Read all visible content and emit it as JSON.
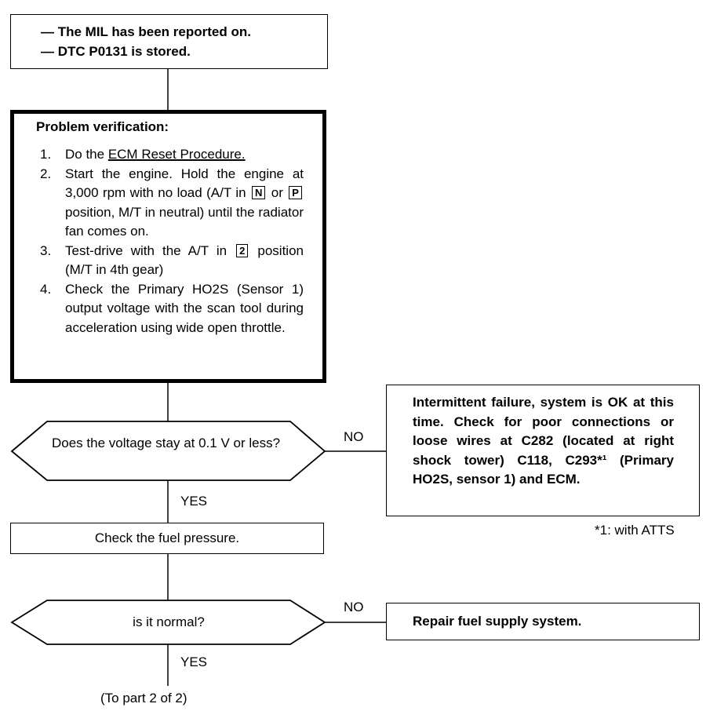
{
  "start_box": {
    "lines": [
      "— The MIL has been reported on.",
      "— DTC P0131 is stored."
    ]
  },
  "verification": {
    "title": "Problem verification:",
    "step1": {
      "num": "1.",
      "pre": "Do the ",
      "link": "ECM Reset Procedure."
    },
    "step2": {
      "num": "2.",
      "pre": "Start the engine. Hold the engine at 3,000 rpm with no load (A/T in",
      "key_n": "N",
      "mid": "or",
      "key_p": "P",
      "post": "position, M/T in neutral) until the radiator fan comes on."
    },
    "step3": {
      "num": "3.",
      "pre": "Test-drive with the A/T in",
      "key_2": "2",
      "post": "position (M/T in 4th gear)"
    },
    "step4": {
      "num": "4.",
      "text": "Check the Primary HO2S (Sensor 1) output voltage with the scan tool during acceleration using wide open throttle."
    }
  },
  "decision1": {
    "text": "Does the voltage stay at 0.1 V or less?"
  },
  "no1": "NO",
  "yes1": "YES",
  "intermittent_box": {
    "text": "Intermittent failure, system is OK at this time. Check for poor connections or loose wires at C282 (located at right shock tower) C118, C293*¹ (Primary HO2S, sensor 1) and ECM."
  },
  "footnote": "*1: with ATTS",
  "fuel_box": {
    "text": "Check the fuel pressure."
  },
  "decision2": {
    "text": "is it normal?"
  },
  "no2": "NO",
  "yes2": "YES",
  "repair_box": {
    "text": "Repair fuel supply system."
  },
  "continue_text": "(To part 2 of 2)"
}
